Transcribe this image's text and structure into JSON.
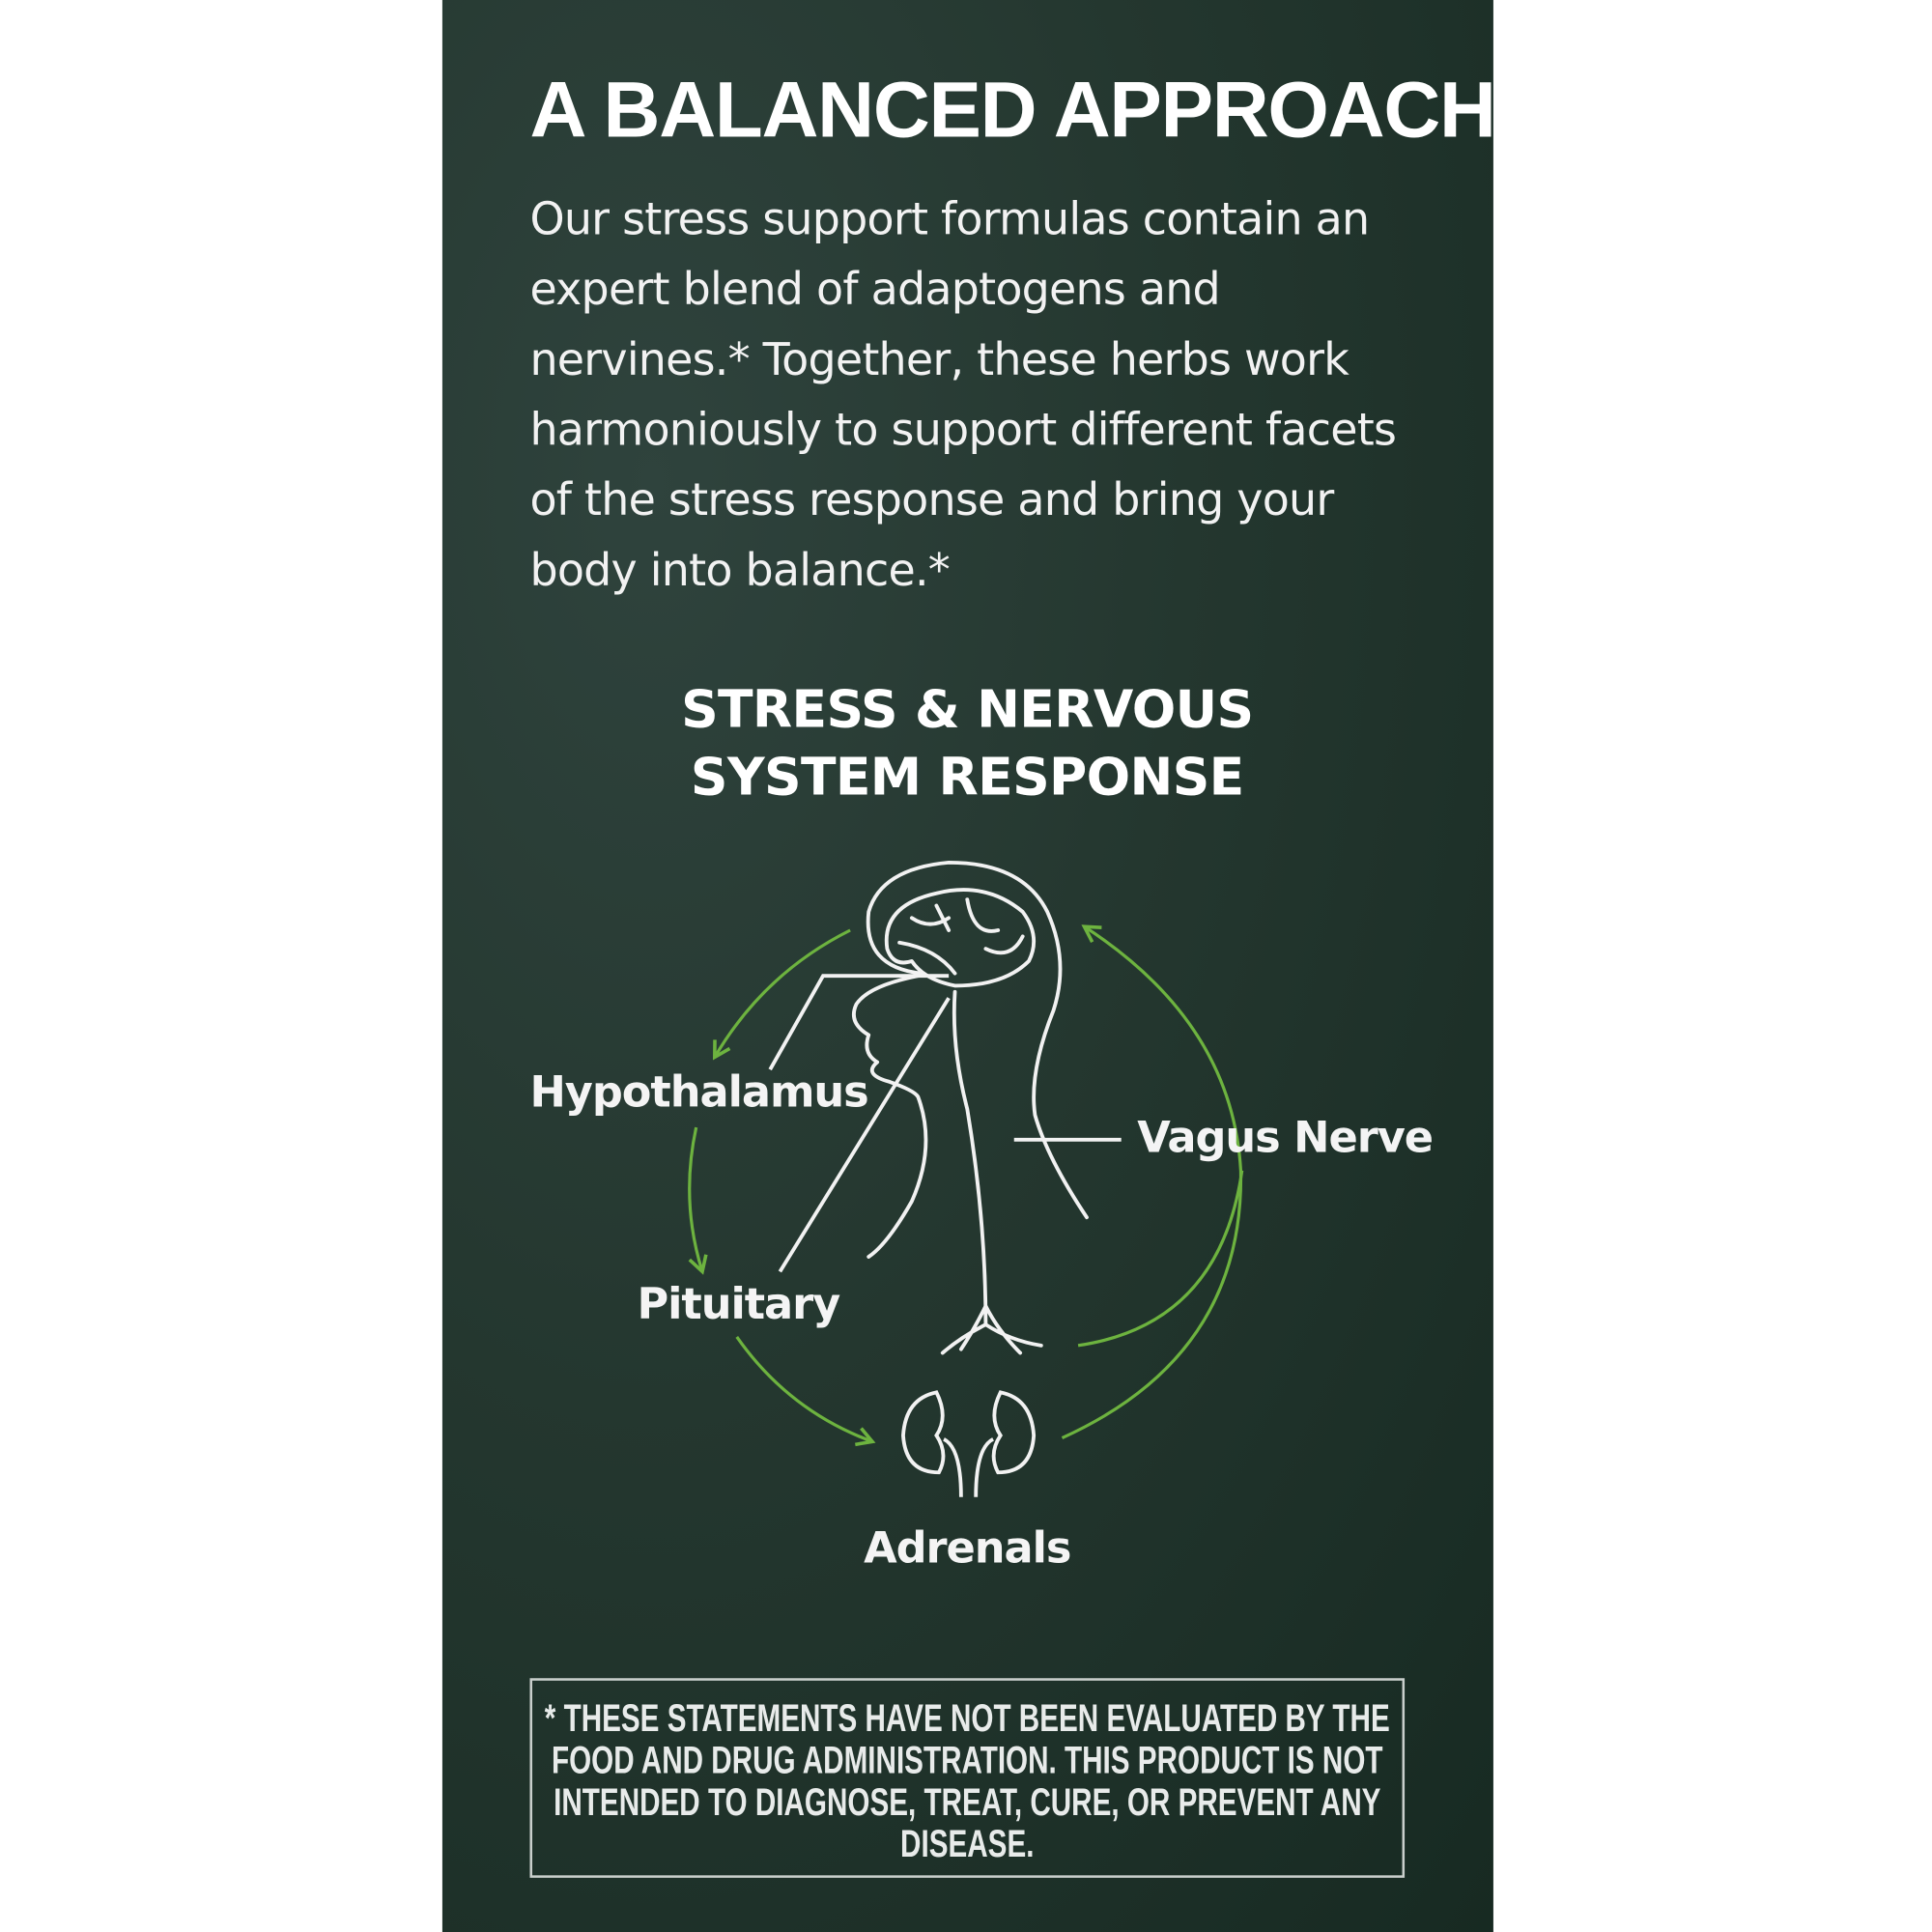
{
  "title": "A BALANCED APPROACH",
  "body": "Our stress support formulas contain an expert blend of adaptogens and nervines.* Together, these herbs work harmoniously to support different facets of the stress response and bring your body into balance.*",
  "diagram": {
    "title": "STRESS & NERVOUS SYSTEM RESPONSE",
    "labels": {
      "hypothalamus": "Hypothalamus",
      "pituitary": "Pituitary",
      "adrenals": "Adrenals",
      "vagus": "Vagus Nerve"
    },
    "icons": [
      "head-brain-spine-icon",
      "kidneys-adrenals-icon",
      "cycle-arrows"
    ],
    "arrow_color": "#6db33f"
  },
  "disclaimer": "* THESE STATEMENTS HAVE NOT BEEN EVALUATED BY THE FOOD AND DRUG ADMINISTRATION. THIS PRODUCT IS NOT INTENDED TO DIAGNOSE, TREAT, CURE, OR PREVENT ANY DISEASE.",
  "colors": {
    "panel": "#24372f",
    "text": "#ffffff"
  }
}
